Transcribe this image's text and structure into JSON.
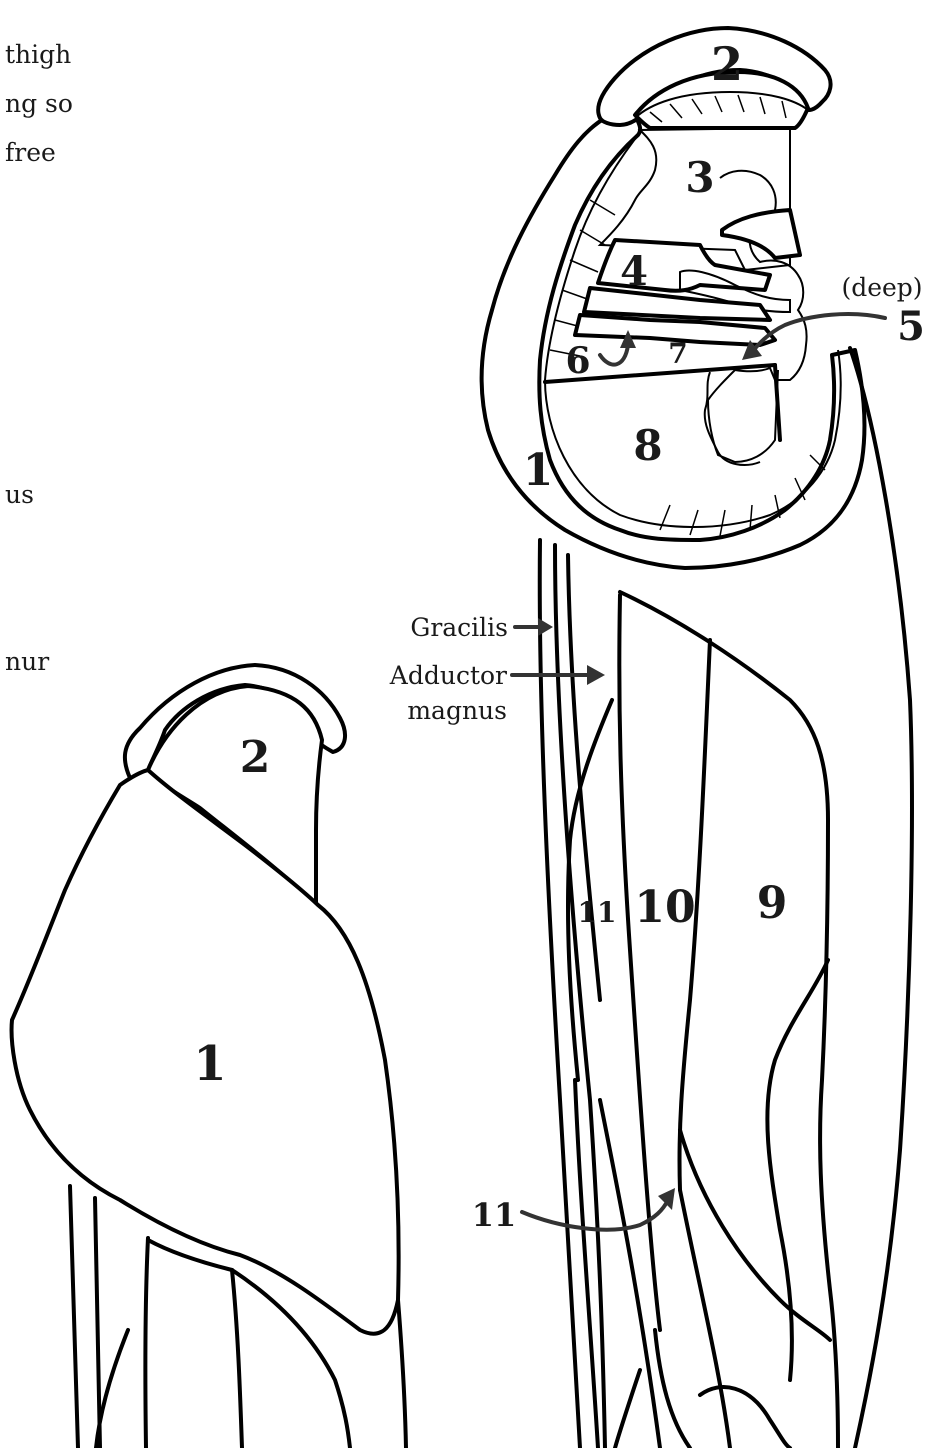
{
  "left_text_fragments": [
    "thigh",
    "ng so",
    "free",
    "us",
    "nur"
  ],
  "labels": {
    "n1a": "1",
    "n1b": "1",
    "n2a": "2",
    "n2b": "2",
    "n3": "3",
    "n4": "4",
    "n5": "5",
    "n6": "6",
    "n7": "7",
    "n8": "8",
    "n9": "9",
    "n10": "10",
    "n11a": "11",
    "n11b": "11",
    "deep": "(deep)",
    "gracilis": "Gracilis",
    "adductor_line1": "Adductor",
    "adductor_line2": "magnus"
  }
}
